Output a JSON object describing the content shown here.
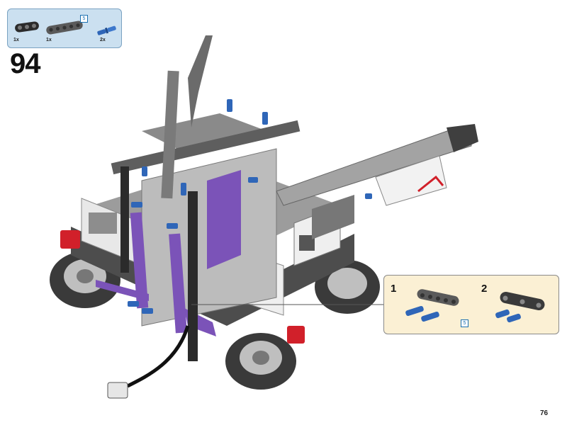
{
  "parts_list": {
    "items": [
      {
        "name": "black-beam-3",
        "quantity": "1x"
      },
      {
        "name": "dark-gray-beam-5",
        "quantity": "1x",
        "length_label": "5"
      },
      {
        "name": "blue-axle-pin",
        "quantity": "2x"
      }
    ]
  },
  "step": {
    "number": "94"
  },
  "callout": {
    "substeps": [
      {
        "number": "1",
        "length_label": "5"
      },
      {
        "number": "2"
      }
    ]
  },
  "page": {
    "number": "76"
  },
  "colors": {
    "parts_box_bg": "#cbe0f0",
    "callout_bg": "#fbf0d4",
    "beam_dark": "#5a5a5a",
    "beam_black": "#2b2b2b",
    "pin_blue": "#2f66b8",
    "accent_purple": "#7b53b8",
    "accent_red": "#d1202a"
  }
}
